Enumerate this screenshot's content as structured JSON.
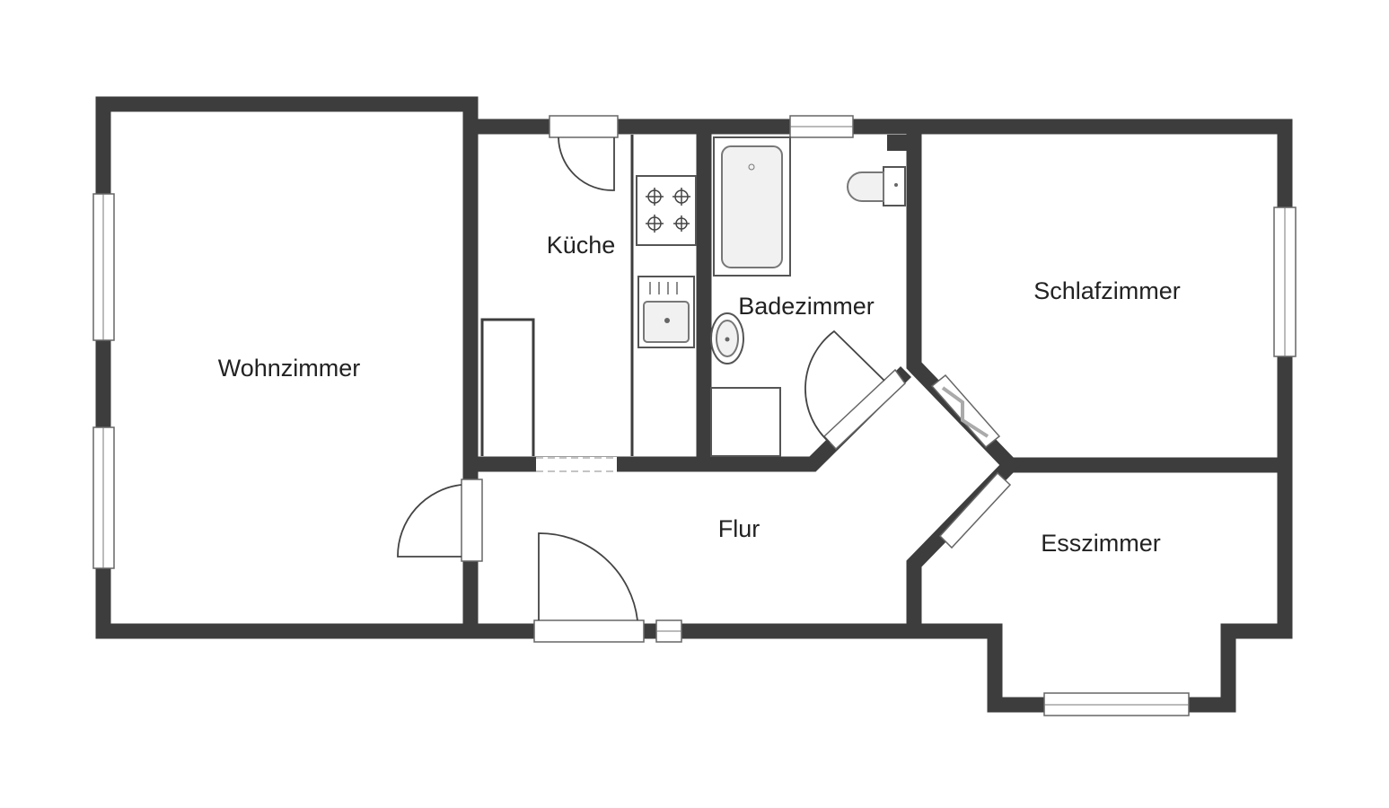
{
  "rooms": {
    "wohnzimmer": "Wohnzimmer",
    "kueche": "Küche",
    "badezimmer": "Badezimmer",
    "schlafzimmer": "Schlafzimmer",
    "flur": "Flur",
    "esszimmer": "Esszimmer"
  },
  "colors": {
    "wall": "#3d3d3d",
    "background": "#ffffff"
  }
}
